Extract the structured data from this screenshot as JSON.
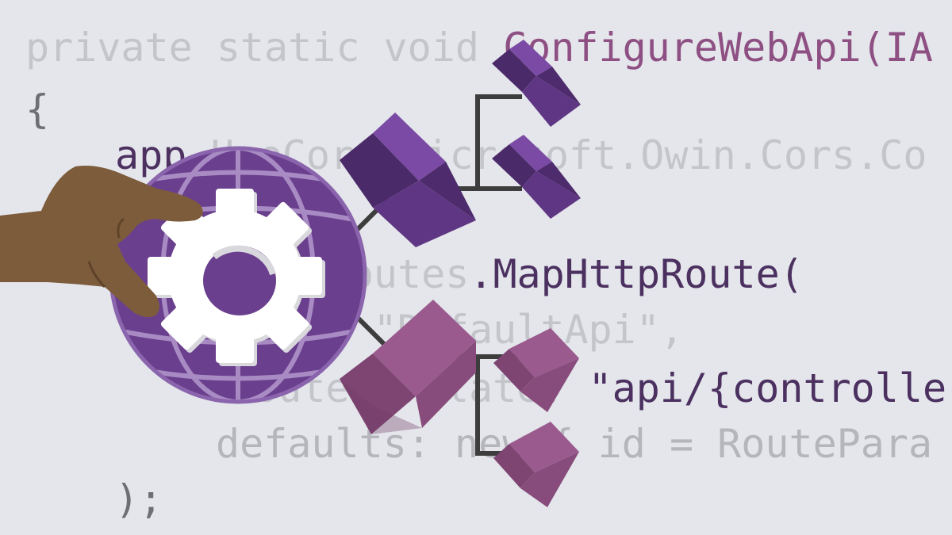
{
  "code": {
    "line1": {
      "keywords": "private static void ",
      "method": "ConfigureWebApi(IA"
    },
    "line2": {
      "text": "{"
    },
    "line3": {
      "ident": "app",
      "rest": ".UseCors(Microsoft.Owin.Cors.Co"
    },
    "line4": {
      "prefix": "config.Routes",
      "method": ".MapHttpRoute("
    },
    "line5": {
      "text": "name: \"DefaultApi\","
    },
    "line6": {
      "prefix": "routeTemplate: ",
      "string": "\"api/{controlle"
    },
    "line7": {
      "text": "defaults: new { id = RoutePara"
    },
    "line8": {
      "text": ");"
    }
  },
  "colors": {
    "background": "#e4e6eb",
    "code_dim": "#c4c5ca",
    "code_dark": "#4b3060",
    "code_magenta": "#8e4f83",
    "globe_purple": "#6a3f8e",
    "block_purple": "#5f3683",
    "block_magenta": "#9a5a8e",
    "connector": "#3d3d3d",
    "hand": "#7d5c3c",
    "gear": "#ffffff"
  },
  "icons": [
    "globe-icon",
    "gear-icon",
    "hand-icon",
    "block-icon",
    "connector-lines"
  ]
}
